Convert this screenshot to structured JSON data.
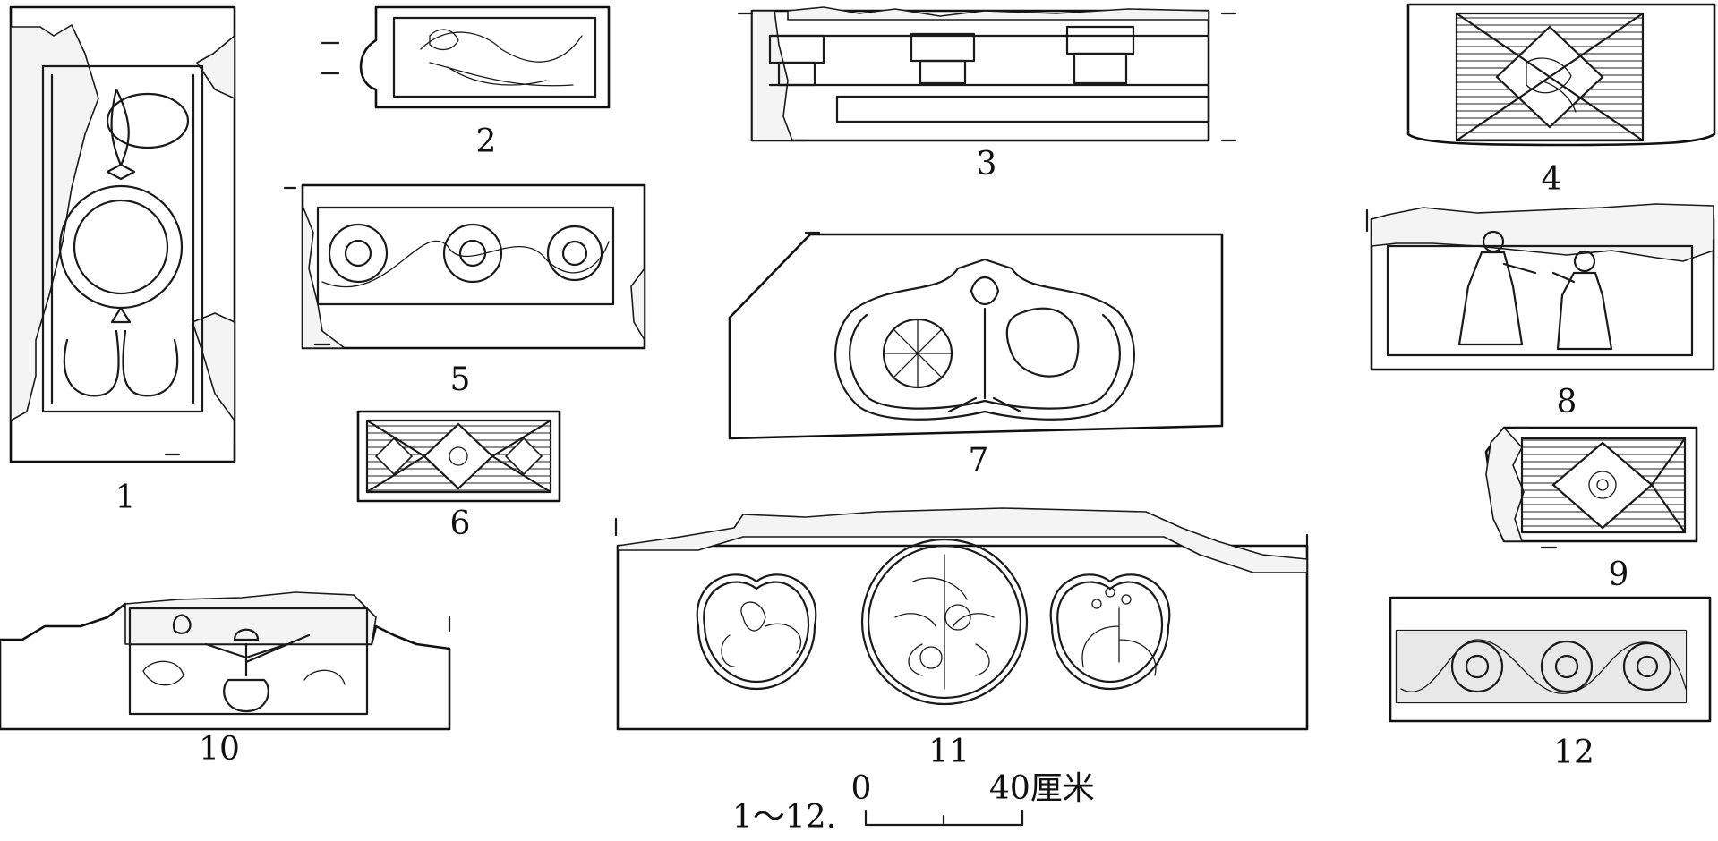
{
  "figure_labels": [
    "1",
    "2",
    "3",
    "4",
    "5",
    "6",
    "7",
    "8",
    "9",
    "10",
    "11",
    "12"
  ],
  "scale_bar": {
    "range_label": "1～12.",
    "zero_label": "0",
    "max_label": "40厘米"
  }
}
